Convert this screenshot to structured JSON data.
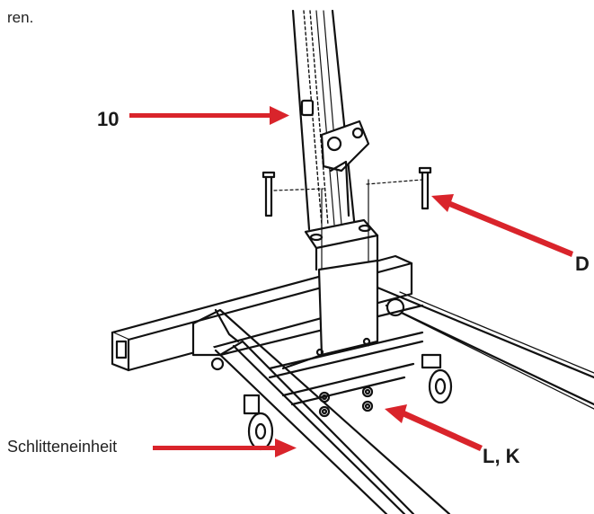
{
  "text_fragment": "ren.",
  "labels": {
    "part_10": "10",
    "part_d": "D",
    "part_lk": "L, K",
    "sled": "Schlitteneinheit"
  },
  "colors": {
    "arrow": "#d9242b",
    "line": "#111111"
  }
}
